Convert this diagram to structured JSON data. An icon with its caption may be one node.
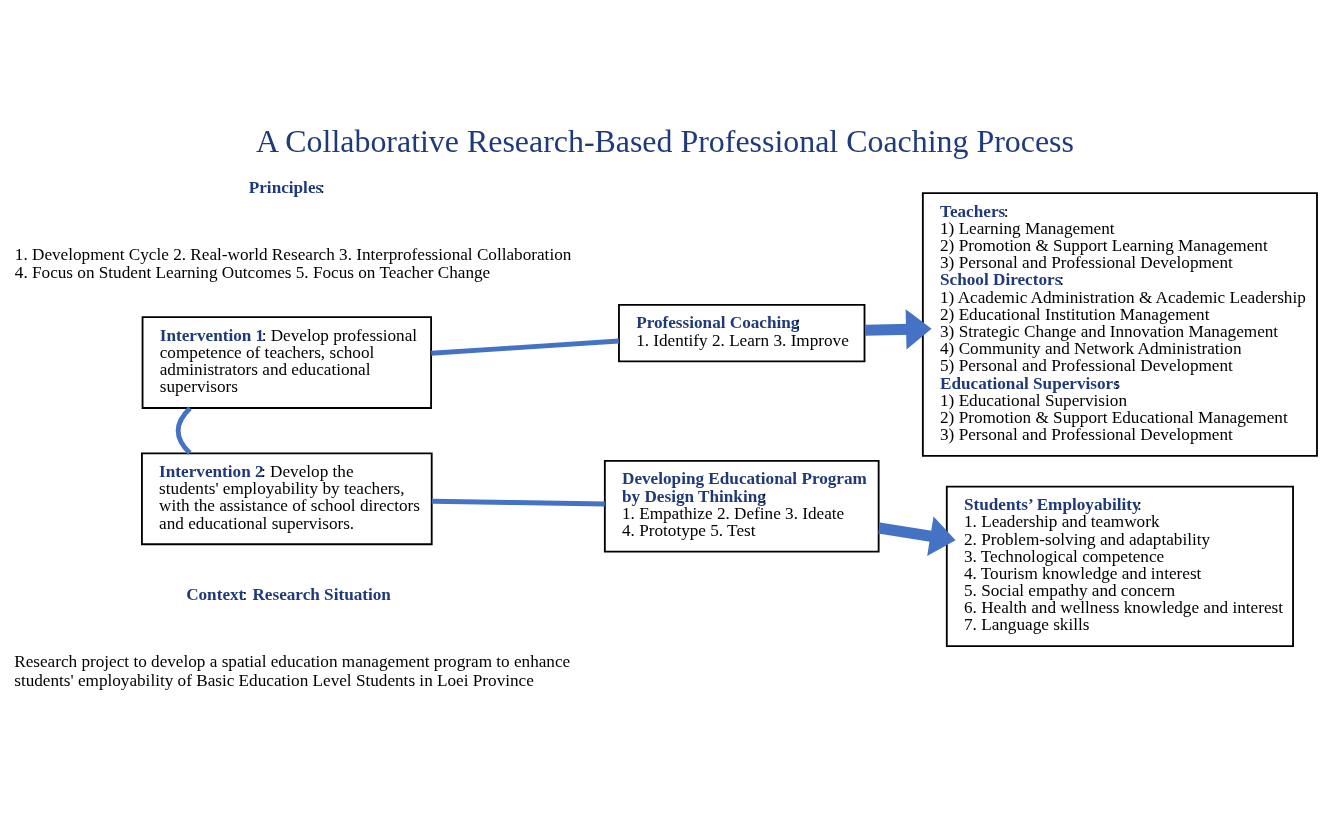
{
  "diagram": {
    "title": "A Collaborative Research-Based Professional Coaching Process",
    "nodes": [
      {
        "text": [
          "**Intervention 1**: Develop professional competence of teachers, school administrators and educational supervisors"
        ]
      },
      {
        "text": [
          "**Professional Coaching**:",
          "1. Identify 2. Learn 3. Improve"
        ]
      },
      {
        "text": [
          "**Intervention 2**: Develop the students' employability by teachers, with the assistance of school directors and educational supervisors."
        ]
      },
      {
        "text": [
          "**Developing Educational Program by Design Thinking**:",
          "1. Empathize 2. Define 3. Ideate 4. Prototype 5. Test"
        ]
      },
      {
        "text": [
          "**Teachers**:",
          "1) Learning Management",
          "2) Promotion & Support Learning Management",
          "3) Personal and Professional Development",
          "**School Directors**:",
          "1) Academic Administration & Academic Leadership",
          "2) Educational Institution Management",
          "3) Strategic Change and Innovation Management",
          "4) Community and Network Administration",
          "5) Personal and Professional Development",
          "**Educational Supervisors**:",
          "1) Educational Supervision",
          "2) Promotion & Support Educational Management",
          "3) Personal and Professional Development"
        ]
      },
      {
        "text": [
          "**Students’ Employability**:",
          "1. Leadership and teamwork",
          "2. Problem-solving and adaptability",
          "3. Technological competence",
          "4. Tourism knowledge and interest",
          "5. Social empathy and concern",
          "6. Health and wellness knowledge and interest",
          "7. Language skills"
        ]
      }
    ],
    "edges": [
      {
        "from": 0,
        "to": 1,
        "arrow": "none"
      },
      {
        "from": 0,
        "to": 2,
        "arrow": "none"
      },
      {
        "from": 2,
        "to": 3,
        "arrow": "none"
      },
      {
        "from": 1,
        "to": 4,
        "arrow": "to",
        "style": "thick"
      },
      {
        "from": 3,
        "to": 5,
        "arrow": "to",
        "style": "thick"
      }
    ],
    "labels": [
      "**Principles**:",
      "1. Development Cycle 2. Real-world Research 3. Interprofessional Collaboration 4. Focus on Student Learning Outcomes 5. Focus on Teacher Change",
      "**Context**: **Research Situation**",
      "Research project to develop a spatial education management program to enhance students' employability of Basic Education Level Students in Loei Province"
    ]
  }
}
